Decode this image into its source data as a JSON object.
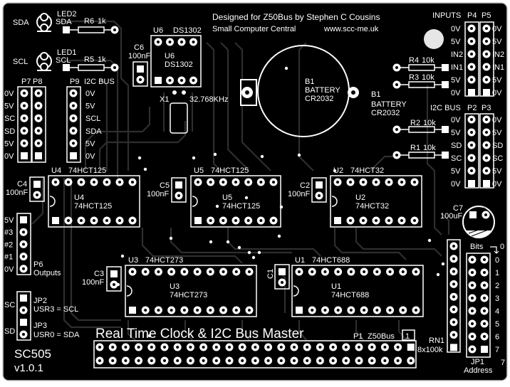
{
  "board": {
    "credit_line1": "Designed for Z50Bus by Stephen C Cousins",
    "credit_line2": "Small Computer Central",
    "credit_url": "www.scc-me.uk",
    "title": "Real Time Clock & I2C Bus Master",
    "model": "SC505",
    "version": "v1.0.1"
  },
  "leds": [
    {
      "net": "SDA",
      "ref": "LED2",
      "pin": "SDA"
    },
    {
      "net": "SCL",
      "ref": "LED1",
      "pin": "SCL"
    }
  ],
  "resistors": [
    {
      "ref": "R6",
      "value": "1k"
    },
    {
      "ref": "R5",
      "value": "1k"
    },
    {
      "ref": "R4",
      "value": "10k"
    },
    {
      "ref": "R3",
      "value": "10k"
    },
    {
      "ref": "R2",
      "value": "10k"
    },
    {
      "ref": "R1",
      "value": "10k"
    }
  ],
  "capacitors": [
    {
      "ref": "C6",
      "value": "100nF"
    },
    {
      "ref": "C4",
      "value": "100nF"
    },
    {
      "ref": "C5",
      "value": "100nF"
    },
    {
      "ref": "C2",
      "value": "100nF"
    },
    {
      "ref": "C3",
      "value": "100nF"
    },
    {
      "ref": "C1",
      "value": ""
    },
    {
      "ref": "C7",
      "value": "100uF"
    }
  ],
  "rtc": {
    "ref": "U6",
    "part": "DS1302"
  },
  "crystal": {
    "ref": "X1",
    "value": "32.768KHz"
  },
  "battery": {
    "ref": "B1",
    "label": "BATTERY",
    "type": "CR2032"
  },
  "chips": [
    {
      "ref": "U4",
      "part": "74HCT125"
    },
    {
      "ref": "U5",
      "part": "74HCT125"
    },
    {
      "ref": "U2",
      "part": "74HCT32"
    },
    {
      "ref": "U3",
      "part": "74HCT273"
    },
    {
      "ref": "U1",
      "part": "74HCT688"
    }
  ],
  "headers": {
    "p7p8": {
      "title_a": "P7",
      "title_b": "P8",
      "pins": [
        "0V",
        "5V",
        "SC",
        "SD",
        "5V",
        "0V"
      ]
    },
    "p9": {
      "title": "P9",
      "bus": "I2C BUS",
      "pins": [
        "0V",
        "5V",
        "SCL",
        "SDA",
        "5V",
        "0V"
      ]
    },
    "inputs": {
      "title": "INPUTS",
      "title_a": "P4",
      "title_b": "P5",
      "left": [
        "0V",
        "5V",
        "IN2",
        "IN1",
        "5V",
        "0V"
      ],
      "right": [
        "0V",
        "5V",
        "IN2",
        "IN1",
        "5V",
        "0V"
      ]
    },
    "i2c": {
      "title": "I2C BUS",
      "title_a": "P2",
      "title_b": "P3",
      "left": [
        "0V",
        "5V",
        "SD",
        "SC",
        "5V",
        "0V"
      ],
      "right": [
        "0V",
        "5V",
        "SD",
        "SC",
        "5V",
        "0V"
      ]
    },
    "p6": {
      "title": "P6",
      "subtitle": "Outputs",
      "pins": [
        "5V",
        "#3",
        "#2",
        "#1",
        "0V"
      ]
    },
    "jp2": {
      "ref": "JP2",
      "side": "SC",
      "desc": "USR3 = SCL"
    },
    "jp3": {
      "ref": "JP3",
      "side": "SD",
      "desc": "USR0 = SDA"
    },
    "p1": {
      "ref": "P1",
      "bus": "Z50Bus",
      "pin1": "1"
    },
    "rn1": {
      "ref": "RN1",
      "value": "8x100k"
    },
    "jp1": {
      "ref": "JP1",
      "name": "Address",
      "bits": "Bits",
      "bits_zero": "0",
      "bottom_pin": "7",
      "numbers": [
        "0",
        "1",
        "2",
        "3",
        "4",
        "5",
        "6",
        "7"
      ]
    }
  }
}
